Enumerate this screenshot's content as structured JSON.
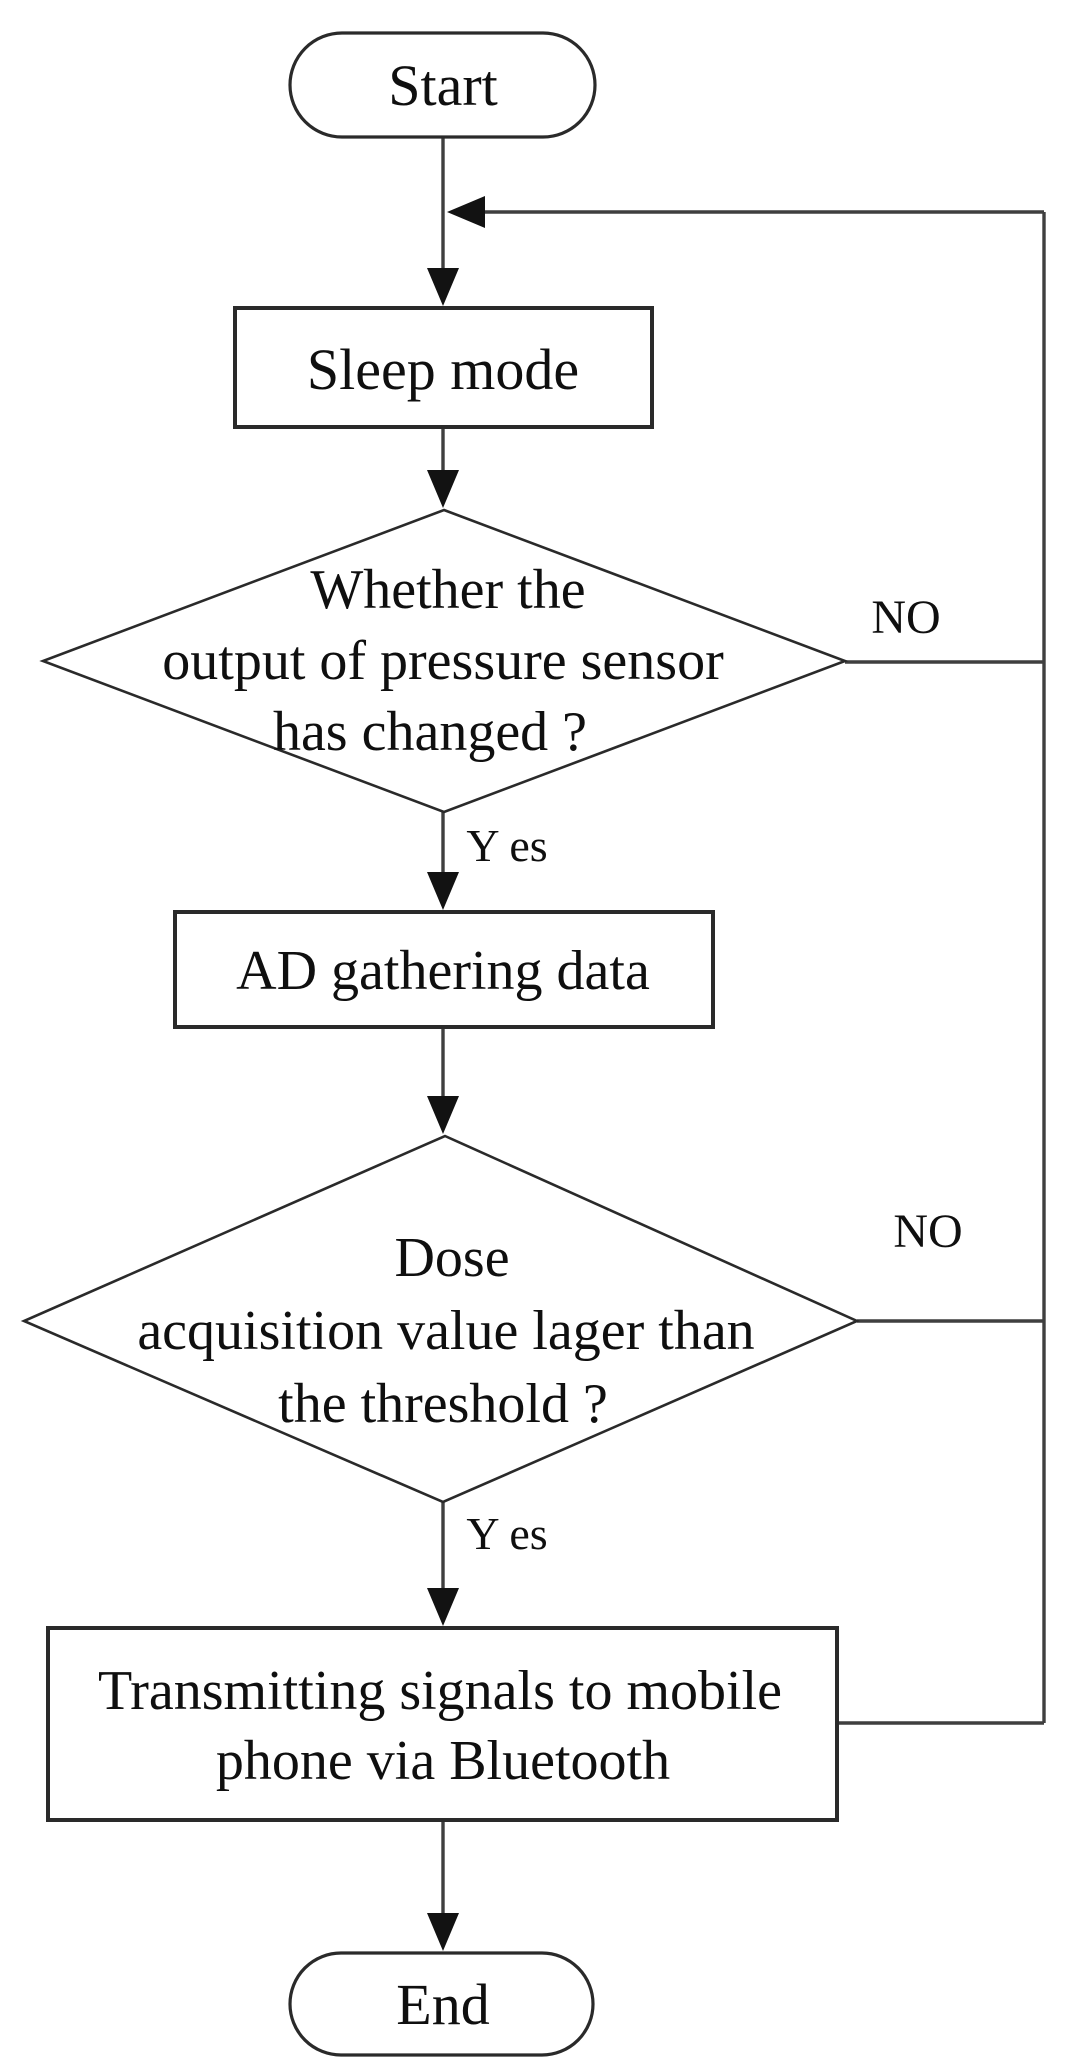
{
  "figure": {
    "type": "flowchart",
    "background": "#ffffff",
    "colors": {
      "line": "#3f3f3f",
      "shape_border": "#2a2a2a",
      "text": "#0f0f0f"
    },
    "nodes": {
      "start": {
        "shape": "terminator",
        "label": "Start"
      },
      "sleep": {
        "shape": "process",
        "label": "Sleep mode"
      },
      "decision1": {
        "shape": "decision",
        "line1": "Whether the",
        "line2": "output of pressure sensor",
        "line3": "has changed ?"
      },
      "ad": {
        "shape": "process",
        "label": "AD gathering data"
      },
      "decision2": {
        "shape": "decision",
        "line1": "Dose",
        "line2": "acquisition value lager than",
        "line3": "the  threshold ?"
      },
      "transmit": {
        "shape": "process",
        "line1": "Transmitting  signals to mobile",
        "line2": "phone via Bluetooth"
      },
      "end": {
        "shape": "terminator",
        "label": "End"
      }
    },
    "labels": {
      "decision1_no": "NO",
      "decision1_yes": "Y es",
      "decision2_no": "NO",
      "decision2_yes": "Y es"
    }
  }
}
